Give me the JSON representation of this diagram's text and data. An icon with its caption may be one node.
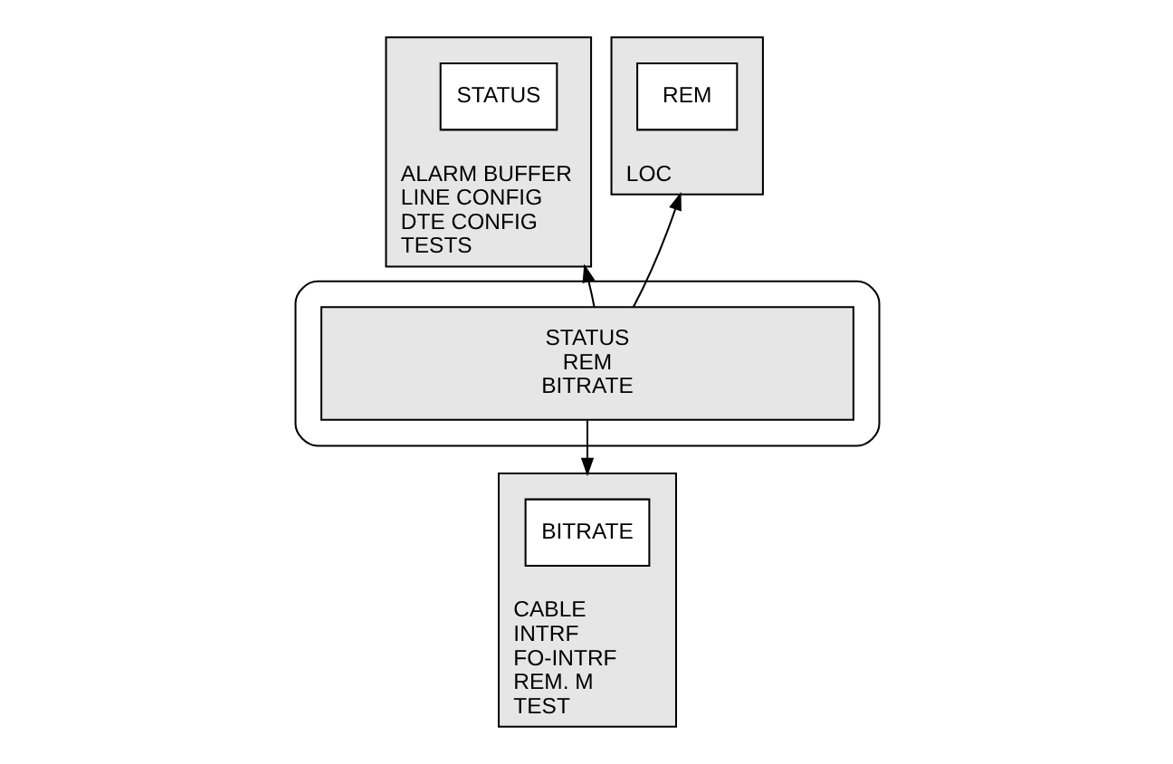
{
  "diagram": {
    "nodes": [
      {
        "text": [],
        "shape": "box"
      },
      {
        "text": [
          "STATUS",
          "REM",
          "BITRATE"
        ],
        "in": 0
      },
      {
        "text": [
          "ALARM BUFFER",
          "LINE CONFIG",
          "DTE CONFIG",
          "TESTS"
        ]
      },
      {
        "text": [
          "STATUS"
        ],
        "in": 2
      },
      {
        "text": [
          "LOC"
        ]
      },
      {
        "text": [
          "REM"
        ],
        "in": 4
      },
      {
        "text": [
          "CABLE",
          "INTRF",
          "FO-INTRF",
          "REM. M",
          "TEST"
        ]
      },
      {
        "text": [
          "BITRATE"
        ],
        "in": 6
      }
    ],
    "edges": [
      {
        "from": 1,
        "to": 2,
        "arrow": "to"
      },
      {
        "from": 1,
        "to": 4,
        "arrow": "to"
      },
      {
        "from": 1,
        "to": 6,
        "arrow": "to"
      }
    ]
  }
}
